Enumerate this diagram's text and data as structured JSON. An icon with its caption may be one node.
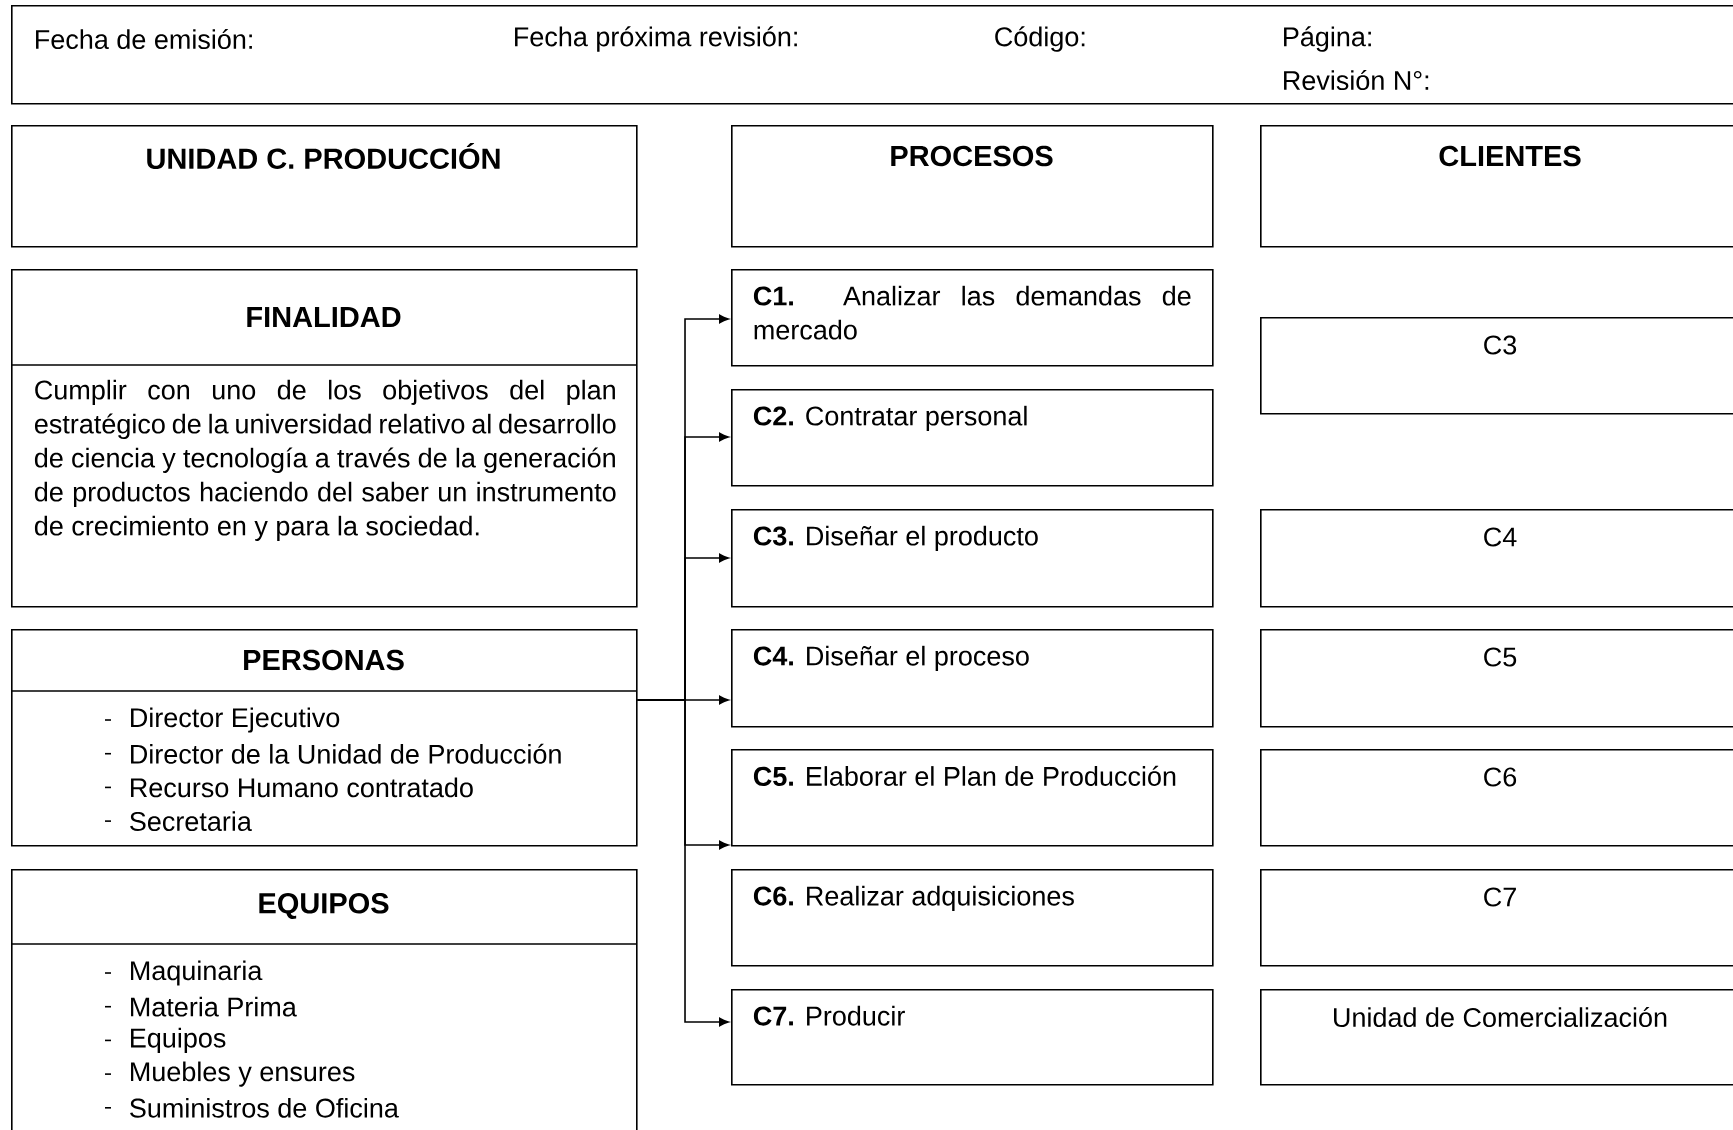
{
  "diagram": {
    "nodes": [
      {
        "text": [
          "Fecha de emisión:",
          "Fecha próxima revisión:",
          "Código:",
          "Página:",
          "Revisión N°:"
        ]
      },
      {
        "text": [
          "UNIDAD C. PRODUCCIÓN"
        ]
      },
      {
        "text": [
          "PROCESOS"
        ]
      },
      {
        "text": [
          "CLIENTES"
        ]
      },
      {
        "text": [
          "FINALIDAD",
          "Cumplir con uno de los objetivos del plan estratégico de la universidad relativo al desarrollo de ciencia y tecnología a través de la generación de productos haciendo del saber un instrumento de crecimiento en y para la sociedad."
        ]
      },
      {
        "text": [
          "PERSONAS",
          "Director Ejecutivo",
          "Director de la Unidad de Producción",
          "Recurso Humano contratado",
          "Secretaria"
        ]
      },
      {
        "text": [
          "EQUIPOS",
          "Maquinaria",
          "Materia Prima",
          "Equipos",
          "Muebles y ensures",
          "Suministros de Oficina"
        ]
      },
      {
        "text": [
          "**C1.** Analizar las demandas de mercado"
        ]
      },
      {
        "text": [
          "**C2.** Contratar personal"
        ]
      },
      {
        "text": [
          "**C3.** Diseñar el producto"
        ]
      },
      {
        "text": [
          "**C4.** Diseñar el proceso"
        ]
      },
      {
        "text": [
          "**C5.** Elaborar el Plan de Producción"
        ]
      },
      {
        "text": [
          "**C6.** Realizar adquisiciones"
        ]
      },
      {
        "text": [
          "**C7.** Producir"
        ]
      },
      {
        "text": [
          "C3"
        ]
      },
      {
        "text": [
          "C4"
        ]
      },
      {
        "text": [
          "C5"
        ]
      },
      {
        "text": [
          "C6"
        ]
      },
      {
        "text": [
          "C7"
        ]
      },
      {
        "text": [
          "Unidad de Comercialización"
        ]
      }
    ],
    "edges": [
      {
        "from": 5,
        "to": 7,
        "arrow": "to"
      },
      {
        "from": 5,
        "to": 8,
        "arrow": "to"
      },
      {
        "from": 5,
        "to": 9,
        "arrow": "to"
      },
      {
        "from": 5,
        "to": 10,
        "arrow": "to"
      },
      {
        "from": 5,
        "to": 11,
        "arrow": "to"
      },
      {
        "from": 5,
        "to": 13,
        "arrow": "to"
      }
    ]
  }
}
